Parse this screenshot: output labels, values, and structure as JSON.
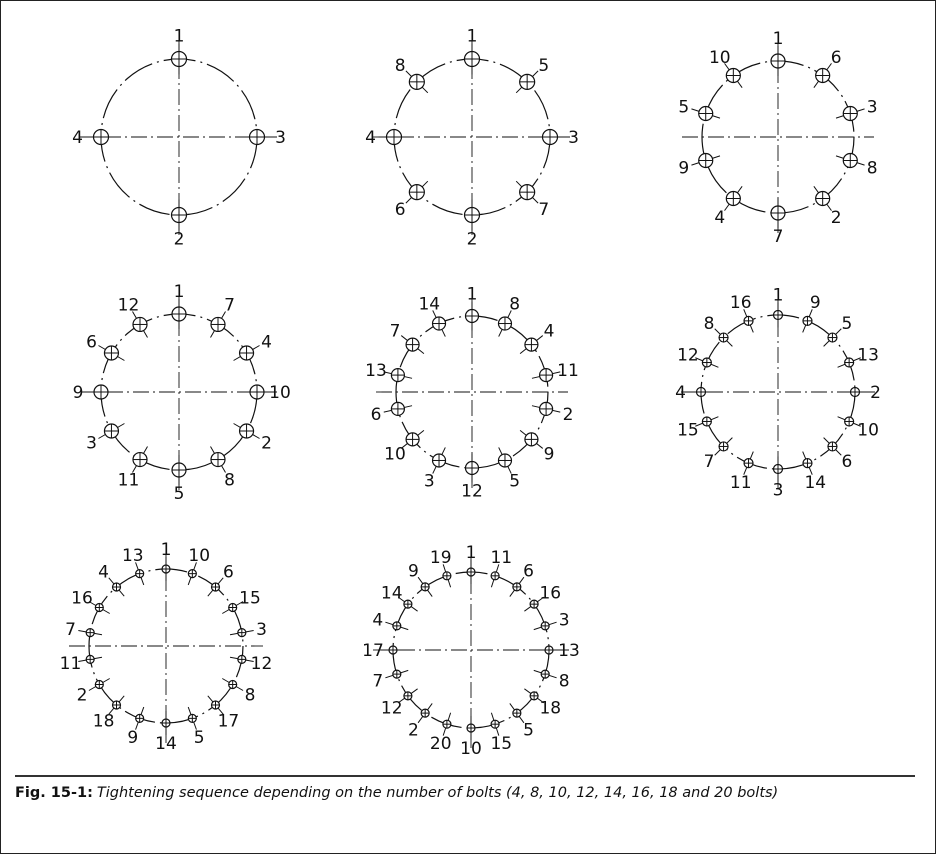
{
  "figure": {
    "caption_label": "Fig. 15-1:",
    "caption_text": "Tightening sequence depending on the number of bolts (4, 8, 10, 12, 14, 16, 18 and 20 bolts)"
  },
  "patterns": [
    {
      "bolts": 4,
      "sequence": [
        "1",
        "3",
        "2",
        "4"
      ]
    },
    {
      "bolts": 8,
      "sequence": [
        "1",
        "5",
        "3",
        "7",
        "2",
        "6",
        "4",
        "8"
      ]
    },
    {
      "bolts": 10,
      "sequence": [
        "1",
        "6",
        "3",
        "8",
        "2",
        "7",
        "4",
        "9",
        "5",
        "10"
      ]
    },
    {
      "bolts": 12,
      "sequence": [
        "1",
        "7",
        "4",
        "10",
        "2",
        "8",
        "5",
        "11",
        "3",
        "9",
        "6",
        "12"
      ]
    },
    {
      "bolts": 14,
      "sequence": [
        "1",
        "8",
        "4",
        "11",
        "2",
        "9",
        "5",
        "12",
        "3",
        "10",
        "6",
        "13",
        "7",
        "14"
      ]
    },
    {
      "bolts": 16,
      "sequence": [
        "1",
        "9",
        "5",
        "13",
        "2",
        "10",
        "6",
        "14",
        "3",
        "11",
        "7",
        "15",
        "4",
        "12",
        "8",
        "16"
      ]
    },
    {
      "bolts": 18,
      "sequence": [
        "1",
        "10",
        "6",
        "15",
        "3",
        "12",
        "8",
        "17",
        "5",
        "14",
        "9",
        "18",
        "2",
        "11",
        "7",
        "16",
        "4",
        "13"
      ]
    },
    {
      "bolts": 20,
      "sequence": [
        "1",
        "11",
        "6",
        "16",
        "3",
        "13",
        "8",
        "18",
        "5",
        "15",
        "10",
        "20",
        "2",
        "12",
        "7",
        "17",
        "4",
        "14",
        "9",
        "19"
      ]
    }
  ]
}
